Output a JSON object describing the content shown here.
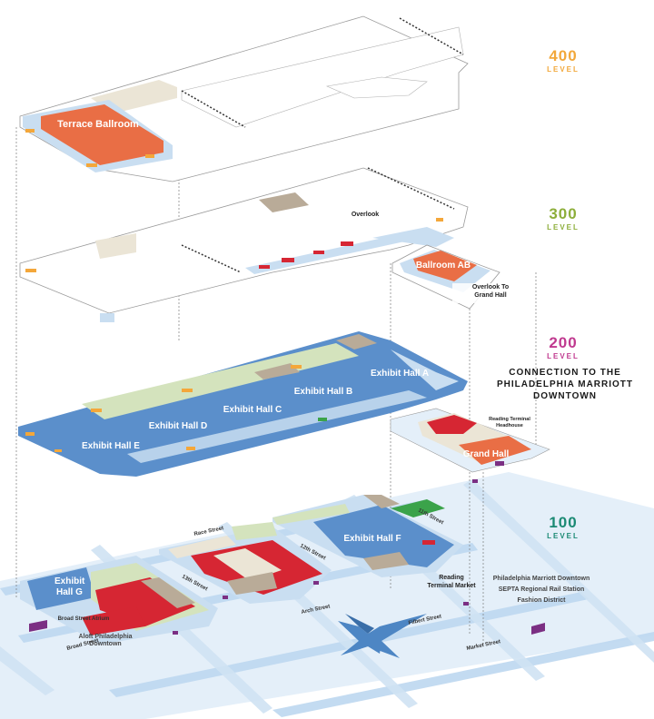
{
  "levels": {
    "l400": {
      "number": "400",
      "word": "LEVEL",
      "color": "#f2a83b"
    },
    "l300": {
      "number": "300",
      "word": "LEVEL",
      "color": "#8dae3a"
    },
    "l200": {
      "number": "200",
      "word": "LEVEL",
      "color": "#c0398f"
    },
    "l100": {
      "number": "100",
      "word": "LEVEL",
      "color": "#1b8a74"
    }
  },
  "connection": {
    "text": "CONNECTION TO THE PHILADELPHIA MARRIOTT DOWNTOWN"
  },
  "rooms": {
    "terrace_ballroom": "Terrace Ballroom",
    "overlook": "Overlook",
    "ballroom_ab": "Ballroom AB",
    "overlook_grand_hall": "Overlook To Grand Hall",
    "exhibit_hall_a": "Exhibit Hall A",
    "exhibit_hall_b": "Exhibit Hall B",
    "exhibit_hall_c": "Exhibit Hall C",
    "exhibit_hall_d": "Exhibit Hall D",
    "exhibit_hall_e": "Exhibit Hall E",
    "reading_terminal_headhouse": "Reading Terminal Headhouse",
    "grand_hall": "Grand Hall",
    "exhibit_hall_f": "Exhibit Hall F",
    "exhibit_hall_g": "Exhibit Hall G",
    "reading_terminal_market": "Reading Terminal Market",
    "aloft": "Aloft Philadelphia Downtown",
    "broad_street_atrium": "Broad Street Atrium"
  },
  "destinations": {
    "marriott": "Philadelphia Marriott Downtown",
    "septa": "SEPTA Regional Rail Station",
    "fashion": "Fashion District"
  },
  "streets": {
    "race": "Race Street",
    "eleventh": "11th Street",
    "twelfth": "12th Street",
    "thirteenth": "13th Street",
    "arch": "Arch Street",
    "filbert": "Filbert Street",
    "market": "Market Street",
    "broad": "Broad Street"
  },
  "colors": {
    "hall_blue": "#5b8fcb",
    "light_blue": "#c5dcf0",
    "ballroom_orange": "#e96e45",
    "meeting_red": "#d62633",
    "green": "#cfe0b4",
    "beige": "#e8e2d2",
    "taupe": "#b9ab98",
    "accent_orange": "#f4a73a",
    "entrance_purple": "#7b2f83",
    "compass_blue": "#4d86c4"
  }
}
